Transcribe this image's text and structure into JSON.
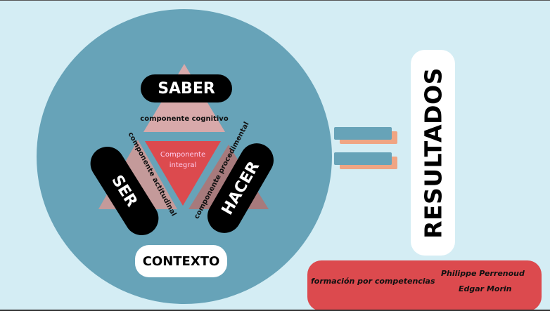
{
  "diagram": {
    "top": {
      "title": "SABER",
      "label": "componente cognitivo"
    },
    "left": {
      "title": "SER",
      "label": "componente actitudinal"
    },
    "right": {
      "title": "HACER",
      "label": "componente procedimental"
    },
    "center": {
      "line1": "Componente",
      "line2": "integral"
    },
    "context": "CONTEXTO",
    "result": "RESULTADOS",
    "footer": {
      "main": "formación por competencias",
      "author1": "Philippe Perrenoud",
      "author2": "Edgar Morin"
    }
  },
  "colors": {
    "background": "#d4edf4",
    "circle": "#67a3b8",
    "accent_red": "#dc4a4e",
    "orange": "#f0a583"
  }
}
